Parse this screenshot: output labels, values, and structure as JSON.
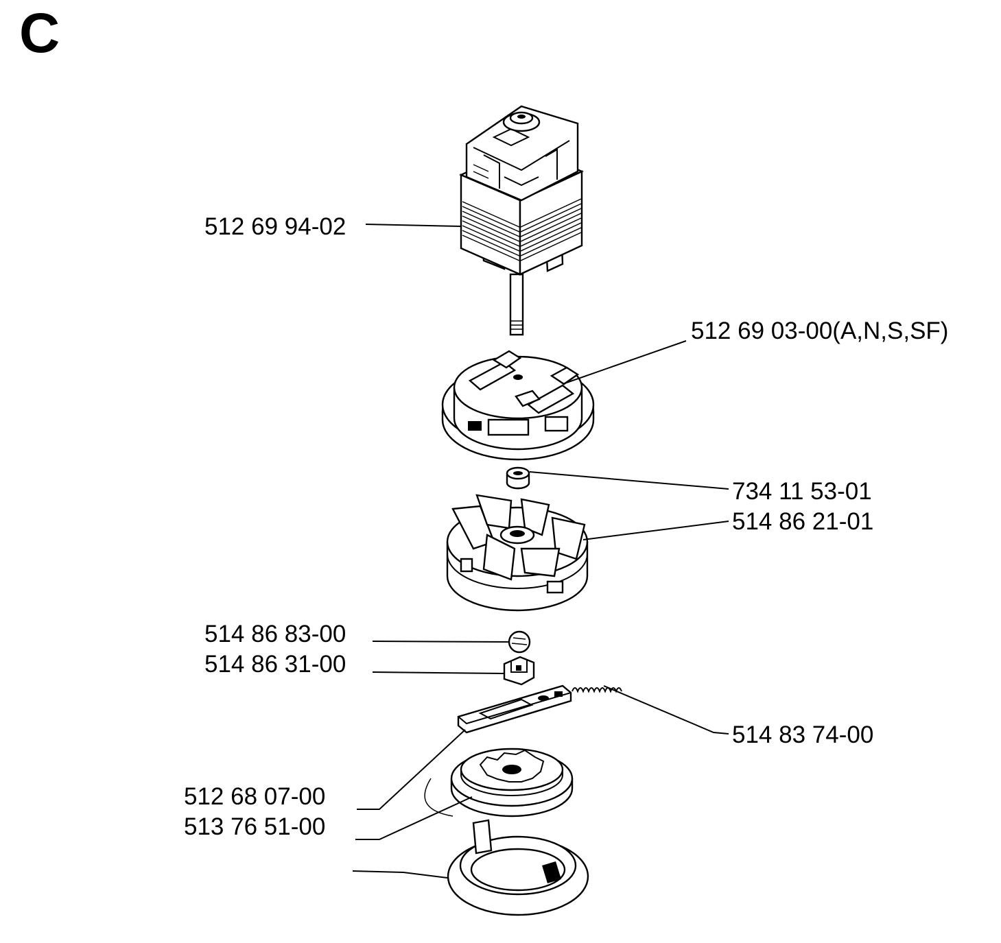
{
  "section_letter": "C",
  "labels": {
    "motor": "512 69 94-02",
    "brush_holder": "512 69 03-00(A,N,S,SF)",
    "washer": "734 11 53-01",
    "fan": "514 86 21-01",
    "ball": "514 86 83-00",
    "catch": "514 86 31-00",
    "spring": "514 83 74-00",
    "lock_plate": "512 68 07-00",
    "spool": "513 76 51-00"
  },
  "colors": {
    "ink": "#000000",
    "paper": "#ffffff"
  }
}
